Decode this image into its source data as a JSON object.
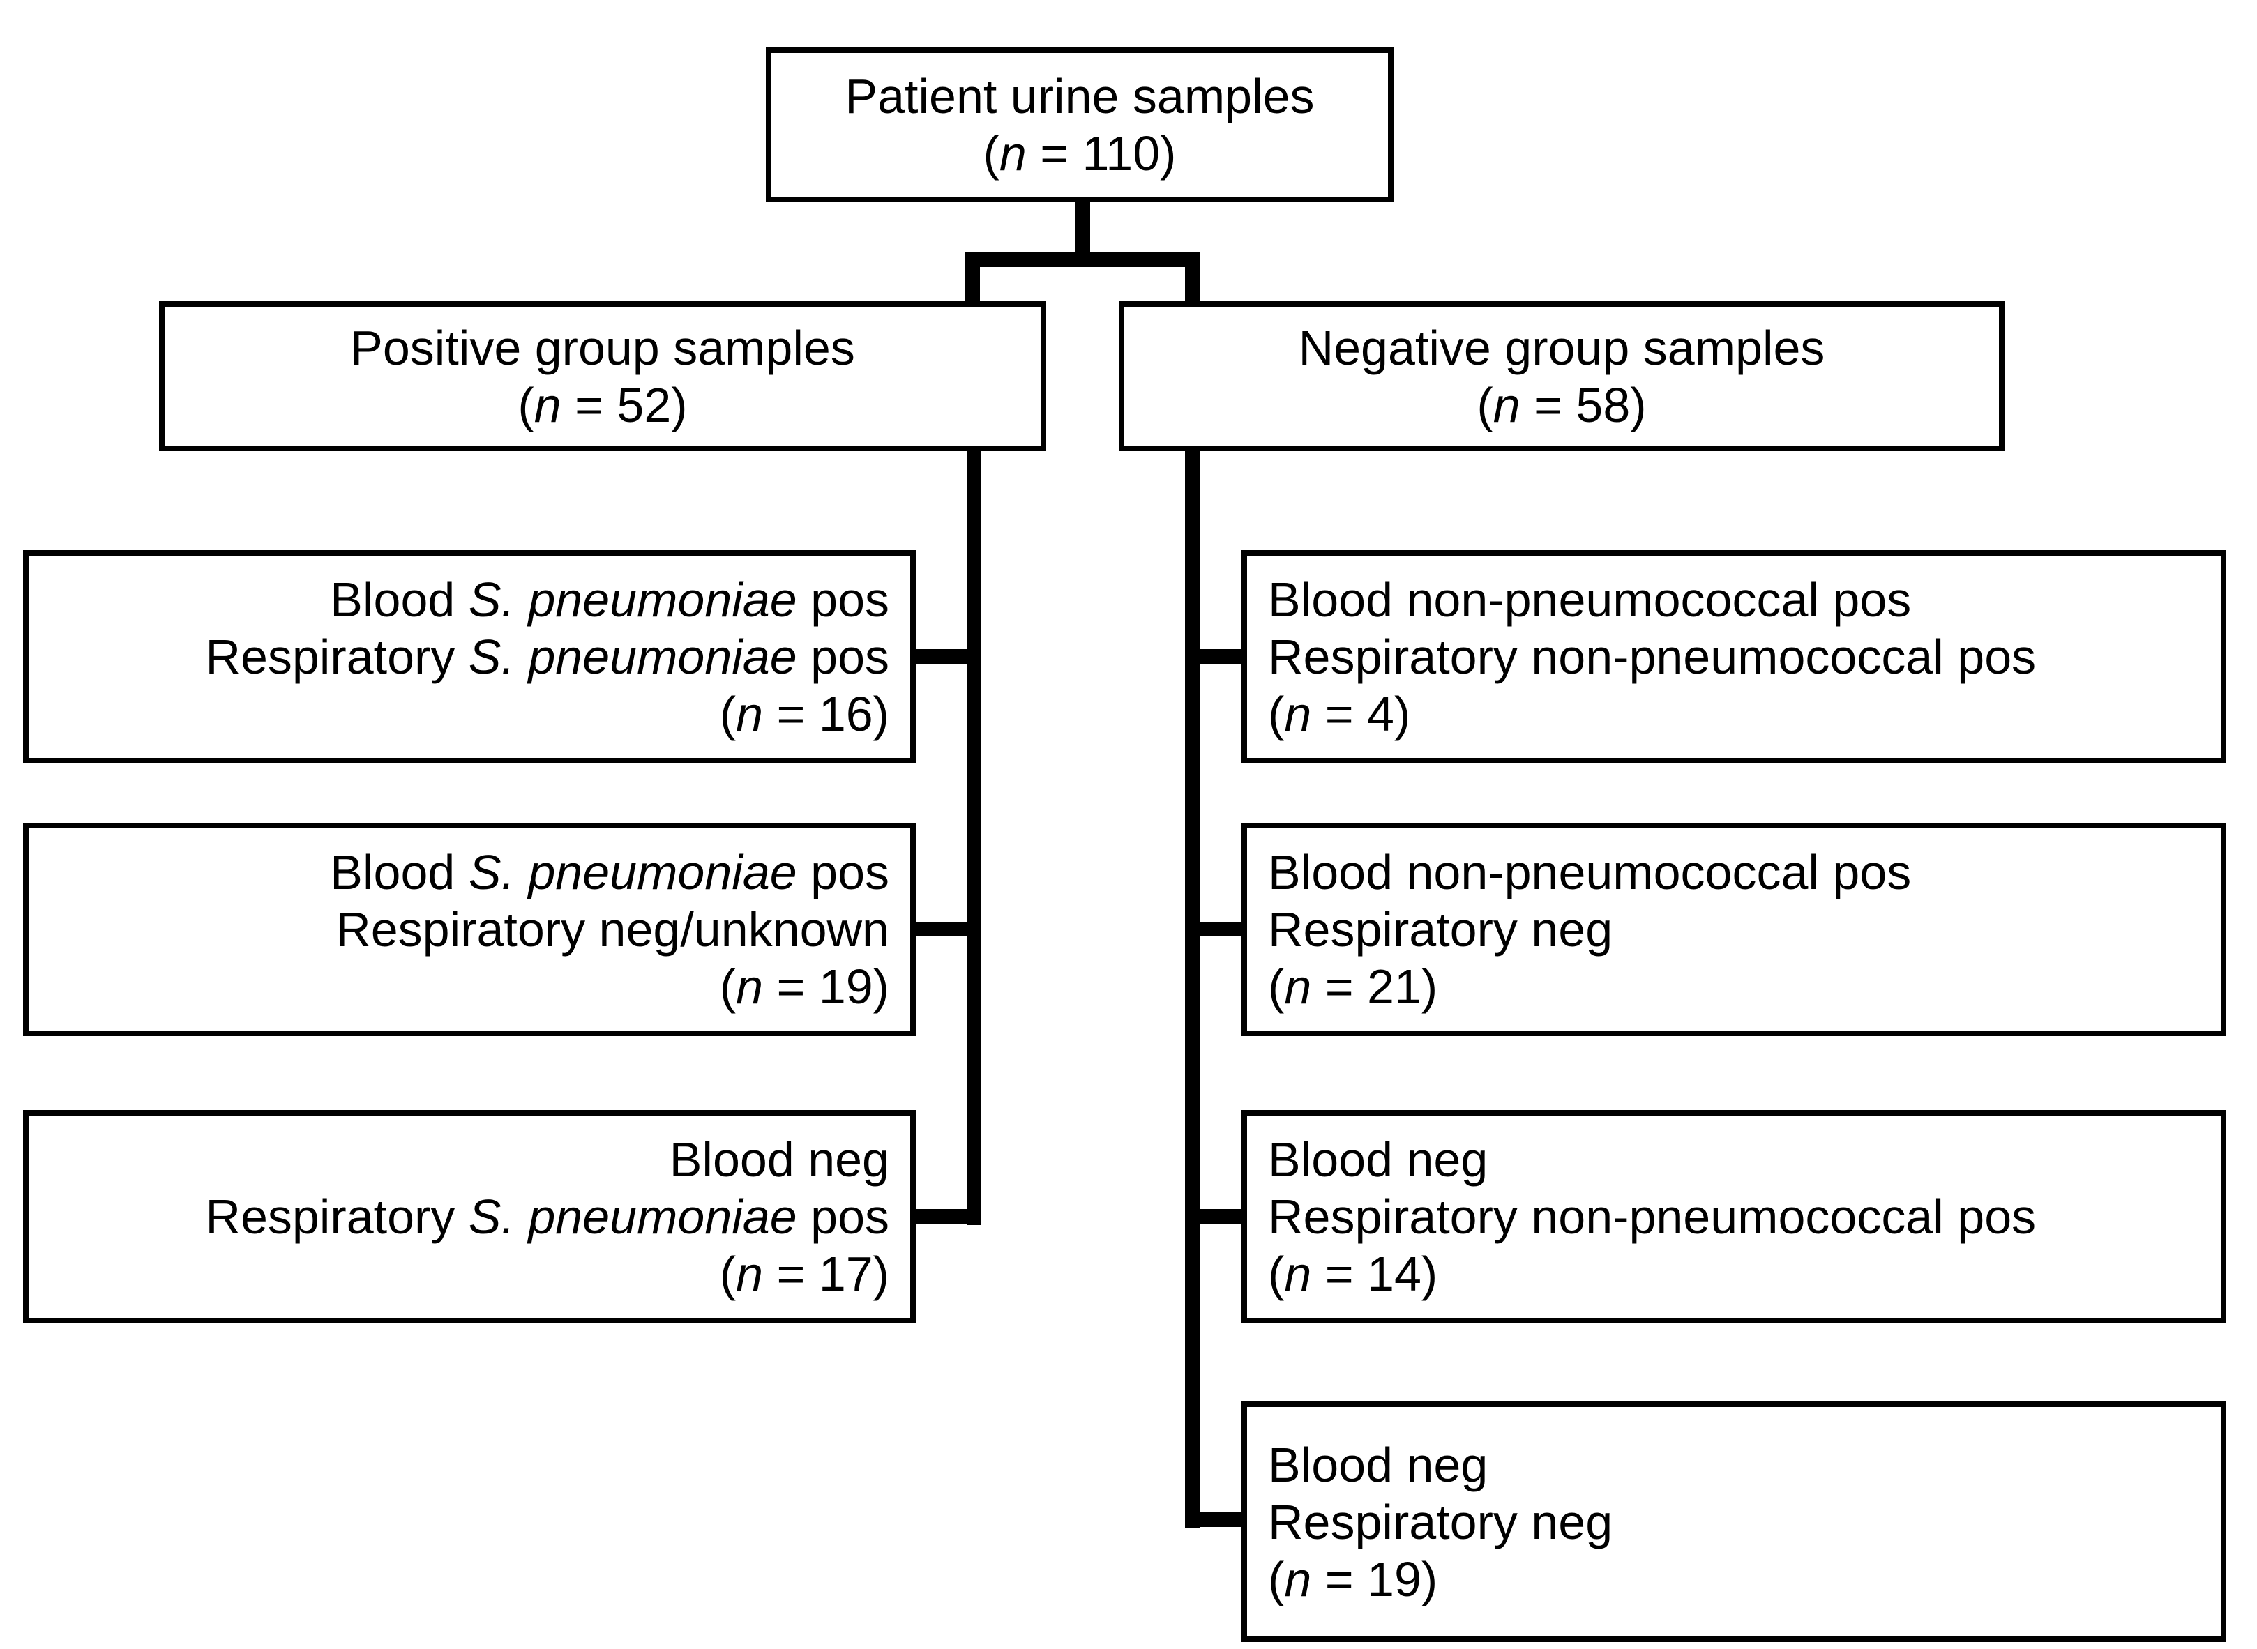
{
  "colors": {
    "background": "#ffffff",
    "line": "#000000",
    "text": "#000000"
  },
  "nodes": {
    "root": {
      "text": "Patient urine samples (n = 110)",
      "n": 110,
      "lines": [
        [
          {
            "t": "Patient urine samples"
          }
        ],
        [
          {
            "t": "("
          },
          {
            "t": "n",
            "i": true
          },
          {
            "t": " = 110)"
          }
        ]
      ]
    },
    "positive": {
      "text": "Positive group samples (n = 52)",
      "n": 52,
      "lines": [
        [
          {
            "t": "Positive group samples"
          }
        ],
        [
          {
            "t": "("
          },
          {
            "t": "n",
            "i": true
          },
          {
            "t": " = 52)"
          }
        ]
      ]
    },
    "negative": {
      "text": "Negative group samples (n = 58)",
      "n": 58,
      "lines": [
        [
          {
            "t": "Negative group samples"
          }
        ],
        [
          {
            "t": "("
          },
          {
            "t": "n",
            "i": true
          },
          {
            "t": " = 58)"
          }
        ]
      ]
    },
    "positive_children": [
      {
        "text": "Blood S. pneumoniae pos Respiratory S. pneumoniae pos (n = 16)",
        "n": 16,
        "lines": [
          [
            {
              "t": "Blood "
            },
            {
              "t": "S. pneumoniae",
              "i": true
            },
            {
              "t": " pos"
            }
          ],
          [
            {
              "t": "Respiratory "
            },
            {
              "t": "S. pneumoniae",
              "i": true
            },
            {
              "t": " pos"
            }
          ],
          [
            {
              "t": "("
            },
            {
              "t": "n",
              "i": true
            },
            {
              "t": " = 16)"
            }
          ]
        ]
      },
      {
        "text": "Blood S. pneumoniae pos Respiratory neg/unknown (n = 19)",
        "n": 19,
        "lines": [
          [
            {
              "t": "Blood "
            },
            {
              "t": "S. pneumoniae",
              "i": true
            },
            {
              "t": " pos"
            }
          ],
          [
            {
              "t": "Respiratory neg/unknown"
            }
          ],
          [
            {
              "t": "("
            },
            {
              "t": "n",
              "i": true
            },
            {
              "t": " = 19)"
            }
          ]
        ]
      },
      {
        "text": "Blood neg Respiratory S. pneumoniae pos (n = 17)",
        "n": 17,
        "lines": [
          [
            {
              "t": "Blood neg"
            }
          ],
          [
            {
              "t": "Respiratory "
            },
            {
              "t": "S. pneumoniae",
              "i": true
            },
            {
              "t": " pos"
            }
          ],
          [
            {
              "t": "("
            },
            {
              "t": "n",
              "i": true
            },
            {
              "t": " = 17)"
            }
          ]
        ]
      }
    ],
    "negative_children": [
      {
        "text": "Blood non-pneumococcal pos Respiratory non-pneumococcal pos (n = 4)",
        "n": 4,
        "lines": [
          [
            {
              "t": "Blood non-pneumococcal pos"
            }
          ],
          [
            {
              "t": "Respiratory non-pneumococcal pos"
            }
          ],
          [
            {
              "t": "("
            },
            {
              "t": "n",
              "i": true
            },
            {
              "t": " = 4)"
            }
          ]
        ]
      },
      {
        "text": "Blood non-pneumococcal pos Respiratory neg (n = 21)",
        "n": 21,
        "lines": [
          [
            {
              "t": "Blood non-pneumococcal pos"
            }
          ],
          [
            {
              "t": "Respiratory neg"
            }
          ],
          [
            {
              "t": "("
            },
            {
              "t": "n",
              "i": true
            },
            {
              "t": " = 21)"
            }
          ]
        ]
      },
      {
        "text": "Blood neg Respiratory non-pneumococcal pos (n = 14)",
        "n": 14,
        "lines": [
          [
            {
              "t": "Blood neg"
            }
          ],
          [
            {
              "t": "Respiratory non-pneumococcal pos"
            }
          ],
          [
            {
              "t": "("
            },
            {
              "t": "n",
              "i": true
            },
            {
              "t": " = 14)"
            }
          ]
        ]
      },
      {
        "text": "Blood neg Respiratory neg (n = 19)",
        "n": 19,
        "lines": [
          [
            {
              "t": "Blood neg"
            }
          ],
          [
            {
              "t": "Respiratory neg"
            }
          ],
          [
            {
              "t": "("
            },
            {
              "t": "n",
              "i": true
            },
            {
              "t": " = 19)"
            }
          ]
        ]
      }
    ]
  }
}
